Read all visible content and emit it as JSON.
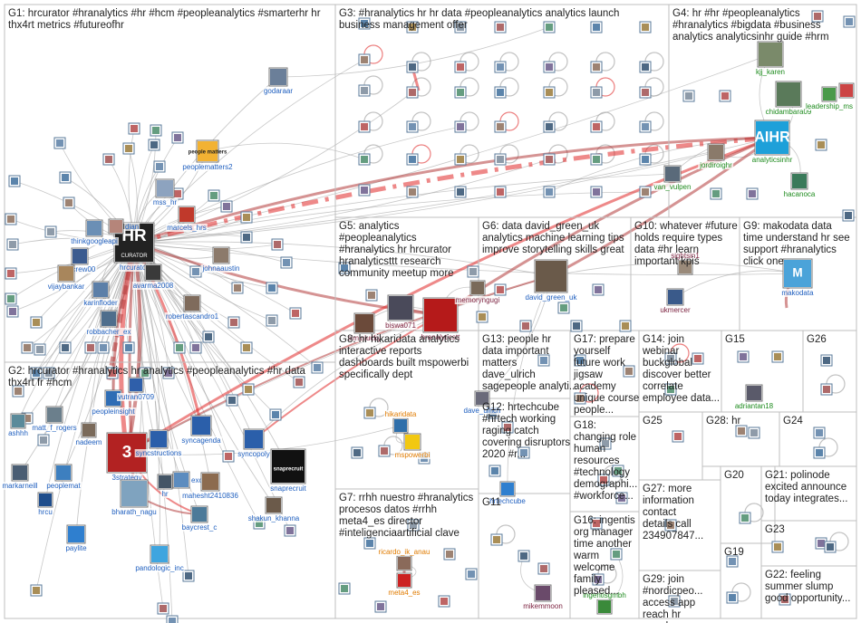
{
  "colors": {
    "edge_gray": "#9a9a9a",
    "edge_red": "#e02828",
    "edge_dark_red": "#b33a3a",
    "label_blue": "#1f5fbf",
    "label_green": "#1e8b1e",
    "label_maroon": "#7a1f3d",
    "label_orange": "#e07b00",
    "box_border": "#bfbfbf"
  },
  "groups": [
    {
      "id": "G1",
      "lines": [
        "G1: hrcurator #hranalytics #hr #hcm #peopleanalytics #smarterhr hr",
        "thx4rt metrics #futureofhr"
      ]
    },
    {
      "id": "G2",
      "lines": [
        "G2: hrcurator #hranalytics hr analytics #peopleanalytics #hr data",
        "thx4rt fr #hcm"
      ]
    },
    {
      "id": "G3",
      "lines": [
        "G3: #hranalytics hr hr data #peopleanalytics analytics launch",
        "business management offer"
      ]
    },
    {
      "id": "G4",
      "lines": [
        "G4: hr #hr #peopleanalytics",
        "#hranalytics #bigdata #business",
        "analytics analyticsinhr guide #hrm"
      ]
    },
    {
      "id": "G5",
      "lines": [
        "G5: analytics",
        "#peopleanalytics",
        "#hranalytics hr hrcurator",
        "hranalyticsttt research",
        "community meetup more"
      ]
    },
    {
      "id": "G6",
      "lines": [
        "G6: data david_green_uk",
        "analytics machine learning tips",
        "improve storytelling skills great"
      ]
    },
    {
      "id": "G10",
      "lines": [
        "G10: whatever #future",
        "holds require types",
        "data #hr learn",
        "important kpis"
      ]
    },
    {
      "id": "G9",
      "lines": [
        "G9: makodata data",
        "time understand hr see",
        "support #hranalytics",
        "click one"
      ]
    },
    {
      "id": "G8",
      "lines": [
        "G8: hr hikaridata analytics",
        "interactive reports",
        "dashboards built mspowerbi",
        "specifically dept"
      ]
    },
    {
      "id": "G13",
      "lines": [
        "G13: people hr",
        "data important",
        "matters",
        "dave_ulrich",
        "sagepeople analyti..."
      ]
    },
    {
      "id": "G17",
      "lines": [
        "G17: prepare",
        "yourself",
        "future work",
        "jigsaw",
        "academy",
        "unique course",
        "people..."
      ]
    },
    {
      "id": "G14",
      "lines": [
        "G14: join",
        "webinar",
        "buckglobal",
        "discover better",
        "correlate",
        "employee data..."
      ]
    },
    {
      "id": "G15",
      "lines": [
        "G15"
      ]
    },
    {
      "id": "G26",
      "lines": [
        "G26"
      ]
    },
    {
      "id": "G12",
      "lines": [
        "G12: hrtechcube",
        "#hrtech working",
        "raging catch",
        "covering disruptors",
        "2020 #r..."
      ]
    },
    {
      "id": "G18",
      "lines": [
        "G18:",
        "changing role",
        "human",
        "resources",
        "#technology",
        "demographi...",
        "#workforce..."
      ]
    },
    {
      "id": "G25",
      "lines": [
        "G25"
      ]
    },
    {
      "id": "G28",
      "lines": [
        "G28: hr"
      ]
    },
    {
      "id": "G24",
      "lines": [
        "G24"
      ]
    },
    {
      "id": "G27",
      "lines": [
        "G27: more",
        "information",
        "contact",
        "details call",
        "234907847..."
      ]
    },
    {
      "id": "G20",
      "lines": [
        "G20"
      ]
    },
    {
      "id": "G21",
      "lines": [
        "G21: polinode",
        "excited announce",
        "today integrates..."
      ]
    },
    {
      "id": "G7",
      "lines": [
        "G7: rrhh nuestro #hranalytics",
        "procesos datos #rrhh",
        "meta4_es director",
        "#inteligenciaartificial clave"
      ]
    },
    {
      "id": "G11",
      "lines": [
        "G11"
      ]
    },
    {
      "id": "G16",
      "lines": [
        "G16: ingentis",
        "org manager",
        "time another",
        "warm",
        "welcome",
        "family",
        "pleased..."
      ]
    },
    {
      "id": "G29",
      "lines": [
        "G29: join",
        "#nordicpeo...",
        "access app",
        "reach hr",
        "people..."
      ]
    },
    {
      "id": "G19",
      "lines": [
        "G19"
      ]
    },
    {
      "id": "G23",
      "lines": [
        "G23"
      ]
    },
    {
      "id": "G22",
      "lines": [
        "G22: feeling",
        "summer slump",
        "good opportunity..."
      ]
    }
  ],
  "vertices": [
    {
      "id": "hrcurator",
      "label": "hrcurator",
      "tint": "#222222",
      "text": "HR",
      "badge": "CURATOR"
    },
    {
      "id": "godaraar",
      "label": "godaraar",
      "tint": "#6b7f99"
    },
    {
      "id": "peoplematters2",
      "label": "peoplematters2",
      "tint": "#f2b233",
      "text": "people matters"
    },
    {
      "id": "mss_hr",
      "label": "mss_hr",
      "tint": "#8da3bf"
    },
    {
      "id": "marcels_hrs",
      "label": "marcels_hrs",
      "tint": "#c0392b"
    },
    {
      "id": "thinkgoogleap",
      "label": "thinkgoogleapi",
      "tint": "#6b8fb5"
    },
    {
      "id": "ebcrew00",
      "label": "ebcrew00",
      "tint": "#3b5b8f"
    },
    {
      "id": "vijaybankar",
      "label": "vijaybankar",
      "tint": "#a8865c"
    },
    {
      "id": "karinfloder",
      "label": "karinfloder",
      "tint": "#5c7fa8"
    },
    {
      "id": "avarma2008",
      "label": "avarma2008",
      "tint": "#3a3a3a"
    },
    {
      "id": "robertascandro1",
      "label": "robertascandro1",
      "tint": "#7f6b5c"
    },
    {
      "id": "robbacher_ex",
      "label": "robbacher_ex",
      "tint": "#4f6e8c"
    },
    {
      "id": "johnaaustin",
      "label": "johnaaustin",
      "tint": "#8c7a6b"
    },
    {
      "id": "diana",
      "label": "dian",
      "tint": "#b5857a"
    },
    {
      "id": "peopleinsight",
      "label": "peopleinsight",
      "tint": "#2f6db5"
    },
    {
      "id": "matt_f_rogers",
      "label": "matt_f_rogers",
      "tint": "#6b7f8c"
    },
    {
      "id": "ashhh",
      "label": "ashhh",
      "tint": "#5a8a9a"
    },
    {
      "id": "markarneil",
      "label": "markarneill",
      "tint": "#4a5d73"
    },
    {
      "id": "nadeem",
      "label": "nadeem",
      "tint": "#7a6a5a"
    },
    {
      "id": "3strategy",
      "label": "3strategy",
      "tint": "#b22222",
      "text": "3"
    },
    {
      "id": "peoplemat",
      "label": "peoplemat",
      "tint": "#3d7fbf"
    },
    {
      "id": "hrcu",
      "label": "hrcu",
      "tint": "#1e4d8c"
    },
    {
      "id": "syncstructions",
      "label": "syncstructions",
      "tint": "#2b5faa"
    },
    {
      "id": "syncagenda",
      "label": "syncagenda",
      "tint": "#2b5faa"
    },
    {
      "id": "syncopoly",
      "label": "syncopoly",
      "tint": "#2b5faa"
    },
    {
      "id": "exchang",
      "label": "exchang",
      "tint": "#5c8cbf"
    },
    {
      "id": "maheshtk",
      "label": "mahesht2410836",
      "tint": "#8c6b4f"
    },
    {
      "id": "baycrest_c",
      "label": "baycrest_c",
      "tint": "#4c7a99"
    },
    {
      "id": "snaprecruit",
      "label": "snaprecruit",
      "tint": "#111111",
      "text": "snaprecruit"
    },
    {
      "id": "shakun_khanna",
      "label": "shakun_khanna",
      "tint": "#6b5a4a"
    },
    {
      "id": "bharath_nagu",
      "label": "bharath_nagu",
      "tint": "#7fa3bf"
    },
    {
      "id": "paylite",
      "label": "paylite",
      "tint": "#2f7fcf"
    },
    {
      "id": "pandologic_inc",
      "label": "pandologic_inc",
      "tint": "#3fa5df"
    },
    {
      "id": "hr_node",
      "label": "hr",
      "tint": "#445566"
    },
    {
      "id": "vutran",
      "label": "vutran0709",
      "tint": "#2f5faa"
    },
    {
      "id": "siminlucky",
      "label": "siminlucky",
      "tint": "#6b4a3a"
    },
    {
      "id": "biswa071",
      "label": "biswa071",
      "tint": "#4a4a5a"
    },
    {
      "id": "hranalyticsttt",
      "label": "hranalyticstt",
      "tint": "#b51a1a"
    },
    {
      "id": "memoryngugi",
      "label": "memoryngugi",
      "tint": "#7a6a5a"
    },
    {
      "id": "david_green_uk",
      "label": "david_green_uk",
      "tint": "#6a5a4a"
    },
    {
      "id": "ukmercer",
      "label": "ukmercer",
      "tint": "#3a5a8a"
    },
    {
      "id": "sightsin1",
      "label": "sightsin1",
      "tint": "#9a8a7a"
    },
    {
      "id": "makodata",
      "label": "makodata",
      "tint": "#4ba3d9",
      "text": "M"
    },
    {
      "id": "analyticsinhr",
      "label": "analyticsinhr",
      "tint": "#1ea0d9",
      "text": "AIHR"
    },
    {
      "id": "kjj_karen",
      "label": "kjj_karen",
      "tint": "#7a8a6a"
    },
    {
      "id": "chidambara09",
      "label": "chidambara09",
      "tint": "#5a7a5a"
    },
    {
      "id": "leadership_ms",
      "label": "leadership_ms",
      "tint": "#4a9a4a"
    },
    {
      "id": "jordiroighr",
      "label": "jordiroighr",
      "tint": "#8a7a6a"
    },
    {
      "id": "van_vulpen",
      "label": "van_vulpen",
      "tint": "#5a6a7a"
    },
    {
      "id": "hacanoca",
      "label": "hacanoca",
      "tint": "#3a7a5a"
    },
    {
      "id": "dave_ulrich",
      "label": "dave_ulrich",
      "tint": "#6a6a7a"
    },
    {
      "id": "hikaridata",
      "label": "hikaridata",
      "tint": "#2f6faa"
    },
    {
      "id": "mspowerbi",
      "label": "mspowerbi",
      "tint": "#f2c811"
    },
    {
      "id": "hrtechcube",
      "label": "hrtechcube",
      "tint": "#2f7fcf"
    },
    {
      "id": "adriantan18",
      "label": "adriantan18",
      "tint": "#5a5a6a"
    },
    {
      "id": "meta4_es",
      "label": "meta4_es",
      "tint": "#cc2222"
    },
    {
      "id": "ricardo_lk",
      "label": "ricardo_ik_anau",
      "tint": "#8a6a5a"
    },
    {
      "id": "mikemmoon",
      "label": "mikemmoon",
      "tint": "#6a4a6a"
    },
    {
      "id": "ingentisgmbh",
      "label": "ingentisgmbh",
      "tint": "#3a8a3a"
    },
    {
      "id": "rcmbank",
      "label": "",
      "tint": "#cc4444"
    }
  ]
}
